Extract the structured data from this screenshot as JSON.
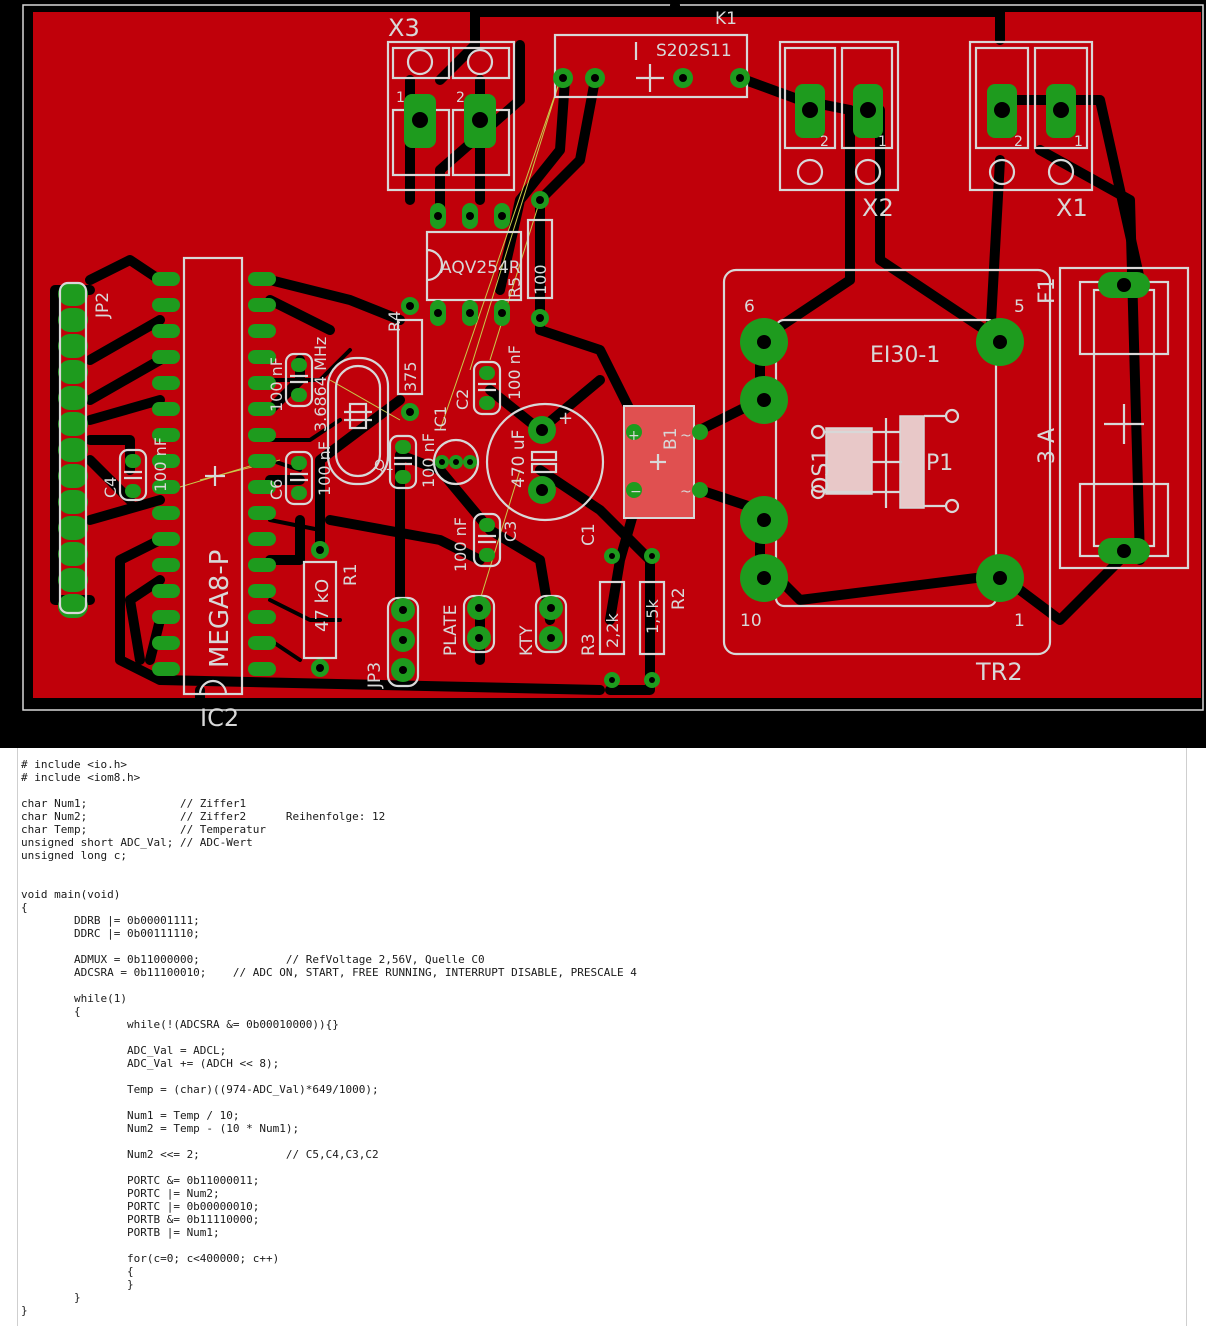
{
  "colors": {
    "board": "#c0000a",
    "background": "#000000",
    "silkscreen": "#d8d8d8",
    "pad": "#1e9b1e",
    "code_background": "#ffffff",
    "code_text": "#1a1a1a"
  },
  "pcb": {
    "labels": {
      "x3": "X3",
      "k1": "K1",
      "relay": "S202S11",
      "x2": "X2",
      "x1": "X1",
      "jp2": "JP2",
      "aqv": "AQV254R",
      "r5": "R5",
      "r5_val": "100",
      "r4": "R4",
      "r4_val": "375",
      "c6_cap": "100 nF",
      "crystal": "3.6864 MHz",
      "q1": "Q1",
      "ic1": "IC1",
      "ic1_val": "100 nF",
      "c2_val": "100 nF",
      "c2": "C2",
      "c1_val": "470 uF",
      "c1": "C1",
      "b1": "B1",
      "c4": "C4",
      "c4_val": "100 nF",
      "c6": "C6",
      "c6_val": "100 nF",
      "c5_val": "100 nF",
      "c3_val": "100 nF",
      "c3": "C3",
      "mega": "MEGA8-P",
      "ic2": "IC2",
      "r1_val": "47 kO",
      "r1": "R1",
      "jp3": "JP3",
      "plate": "PLATE",
      "kty": "KTY",
      "r3": "R3",
      "r3_val": "2,2k",
      "r2_val": "1,5k",
      "r2": "R2",
      "tr2": "TR2",
      "core": "EI30-1",
      "os1": "OS1",
      "p1": "P1",
      "fuse": "3 A",
      "f1": "F1",
      "pin6": "6",
      "pin5": "5",
      "pin10": "10",
      "pin1": "1",
      "x3_1": "1",
      "x3_2": "2",
      "x2_2": "2",
      "x2_1": "1",
      "x1_2": "2",
      "x1_1": "1",
      "b1_plus": "+",
      "b1_minus": "−",
      "b1_ac1": "~",
      "b1_ac2": "~",
      "c1_plus": "+"
    }
  },
  "code": {
    "lines": [
      "# include <io.h>",
      "# include <iom8.h>",
      "",
      "char Num1;              // Ziffer1",
      "char Num2;              // Ziffer2      Reihenfolge: 12",
      "char Temp;              // Temperatur",
      "unsigned short ADC_Val; // ADC-Wert",
      "unsigned long c;",
      "",
      "",
      "void main(void)",
      "{",
      "        DDRB |= 0b00001111;",
      "        DDRC |= 0b00111110;",
      "",
      "        ADMUX = 0b11000000;             // RefVoltage 2,56V, Quelle C0",
      "        ADCSRA = 0b11100010;    // ADC ON, START, FREE RUNNING, INTERRUPT DISABLE, PRESCALE 4",
      "",
      "        while(1)",
      "        {",
      "                while(!(ADCSRA &= 0b00010000)){}",
      "",
      "                ADC_Val = ADCL;",
      "                ADC_Val += (ADCH << 8);",
      "",
      "                Temp = (char)((974-ADC_Val)*649/1000);",
      "",
      "                Num1 = Temp / 10;",
      "                Num2 = Temp - (10 * Num1);",
      "",
      "                Num2 <<= 2;             // C5,C4,C3,C2",
      "",
      "                PORTC &= 0b11000011;",
      "                PORTC |= Num2;",
      "                PORTC |= 0b00000010;",
      "                PORTB &= 0b11110000;",
      "                PORTB |= Num1;",
      "",
      "                for(c=0; c<400000; c++)",
      "                {",
      "                }",
      "        }",
      "}"
    ]
  }
}
